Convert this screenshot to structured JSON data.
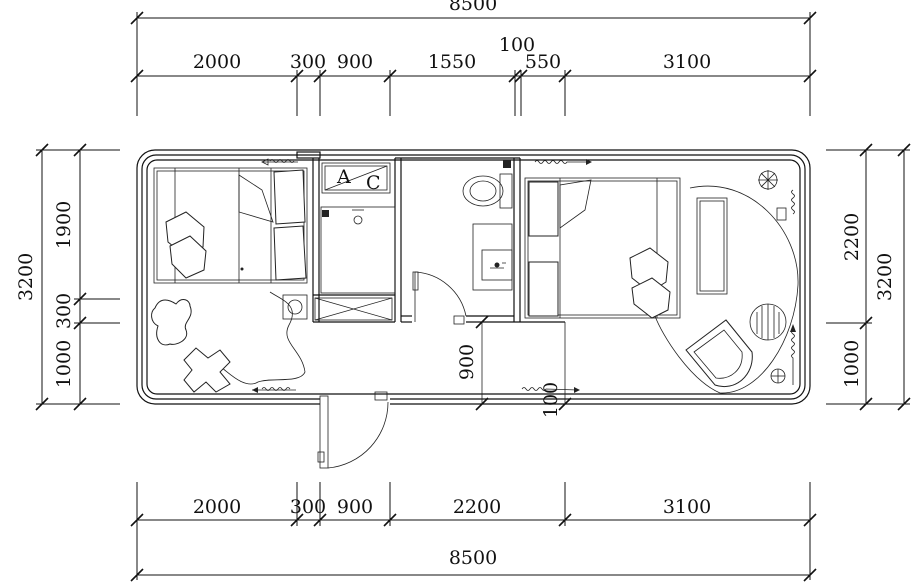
{
  "top_dims": {
    "overall": "8500",
    "note": "100",
    "segments": [
      "2000",
      "300",
      "900",
      "1550",
      "550",
      "3100"
    ]
  },
  "bottom_dims": {
    "segments": [
      "2000",
      "300",
      "900",
      "2200",
      "3100"
    ],
    "overall": "8500"
  },
  "left_dims": {
    "overall": "3200",
    "segments": [
      "1900",
      "300",
      "1000"
    ]
  },
  "right_dims": {
    "overall": "3200",
    "segments": [
      "2200",
      "1000"
    ]
  },
  "inner_dims": {
    "door_width": "900",
    "small_gap": "100"
  },
  "labels": {
    "ac_a": "A",
    "ac_c": "C"
  }
}
